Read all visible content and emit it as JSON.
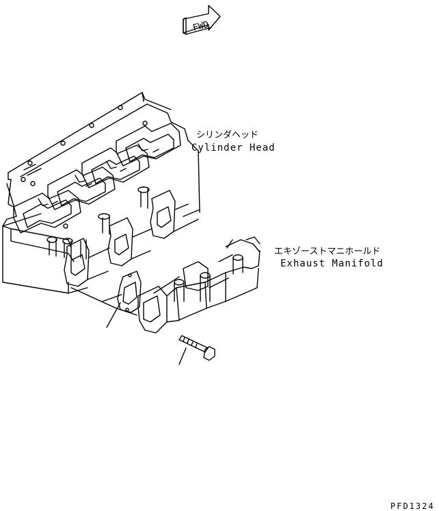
{
  "direction_marker": {
    "text": "FWD",
    "icon": "fwd-arrow-icon"
  },
  "labels": {
    "cylinder_head_jp": "シリンダヘッド",
    "cylinder_head_en": "Cylinder Head",
    "exhaust_manifold_jp": "エキゾーストマニホールド",
    "exhaust_manifold_en": "Exhaust Manifold"
  },
  "drawing_code": "PFD1324",
  "line_color": "#000000",
  "background_color": "#ffffff"
}
